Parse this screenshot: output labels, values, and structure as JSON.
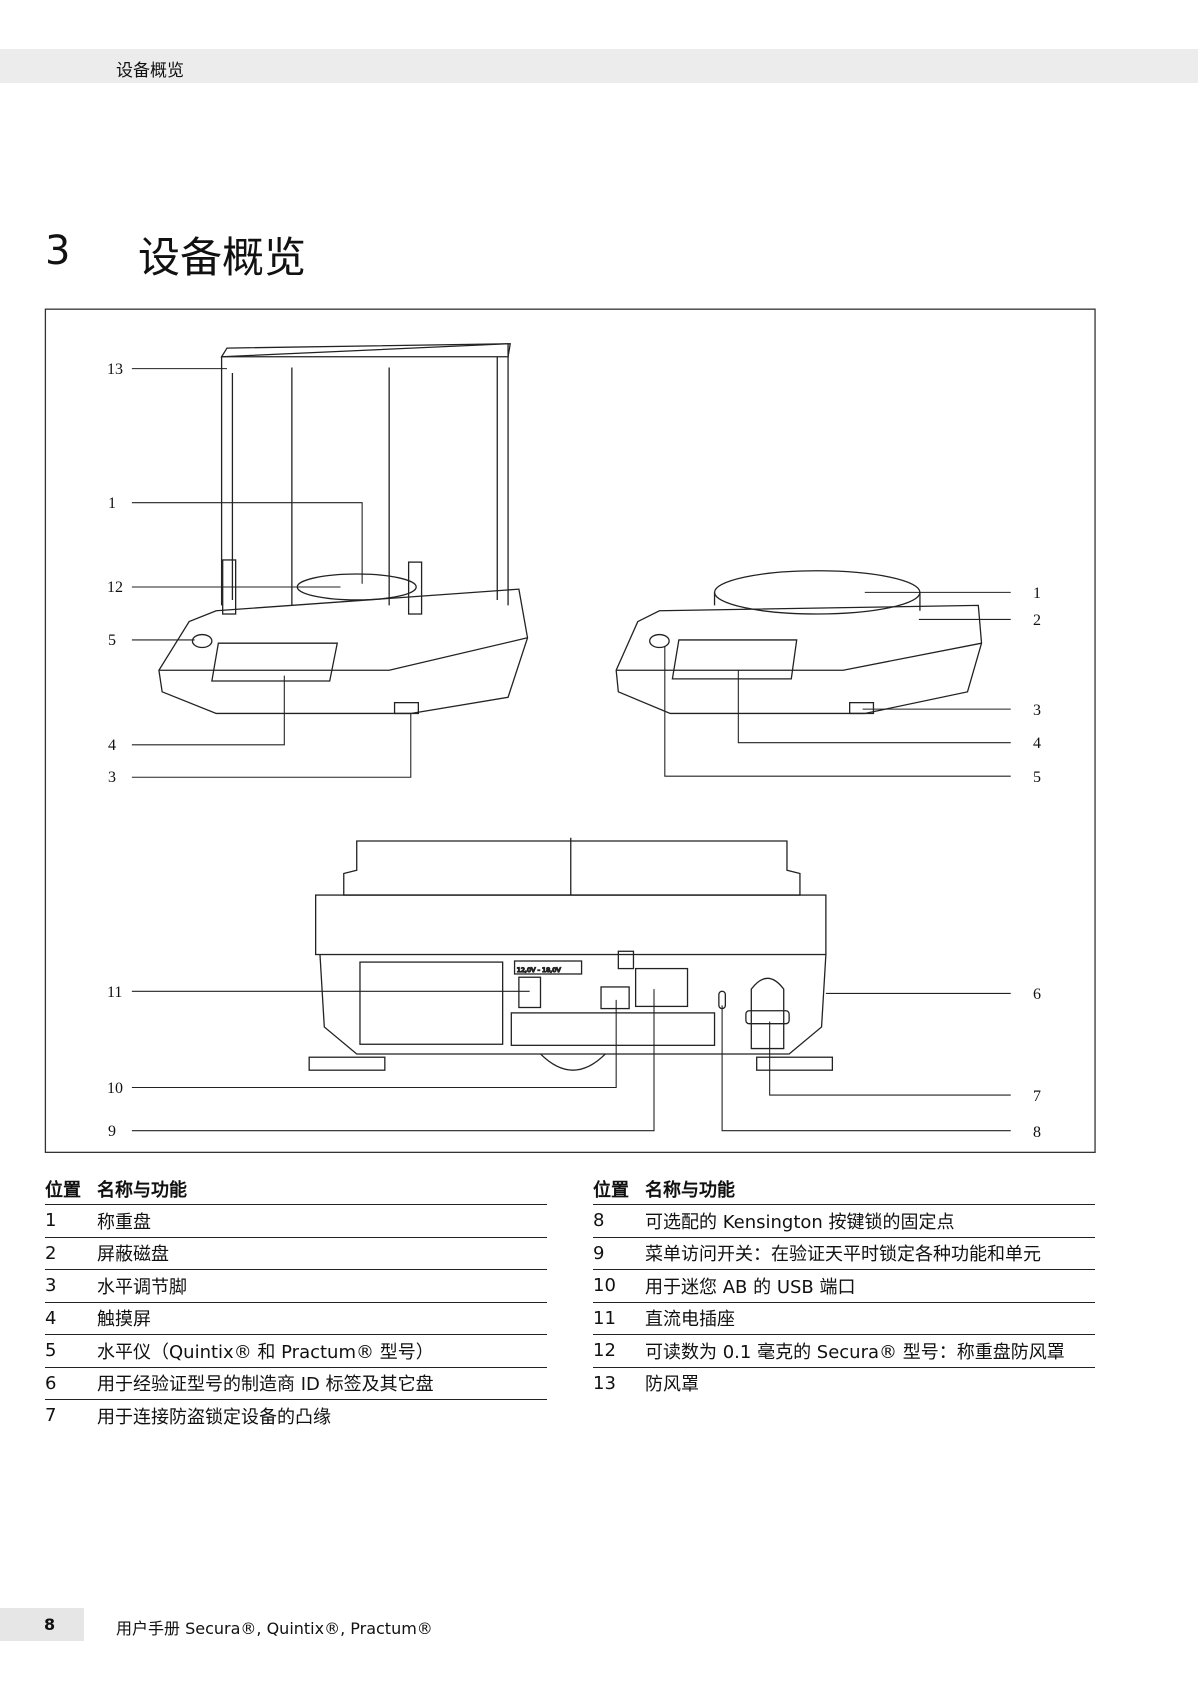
{
  "header": {
    "section": "设备概览"
  },
  "title": {
    "number": "3",
    "text": "设备概览"
  },
  "figure": {
    "labels_left_top": [
      "13",
      "1",
      "12",
      "5",
      "4",
      "3"
    ],
    "labels_right_top": [
      "1",
      "2",
      "3",
      "4",
      "5"
    ],
    "labels_bottom_left": [
      "11",
      "10",
      "9"
    ],
    "labels_bottom_right": [
      "6",
      "7",
      "8"
    ],
    "voltage_label": "12,0V - 18,0V"
  },
  "table": {
    "col_pos": "位置",
    "col_name": "名称与功能",
    "left": [
      {
        "pos": "1",
        "name": "称重盘"
      },
      {
        "pos": "2",
        "name": "屏蔽磁盘"
      },
      {
        "pos": "3",
        "name": "水平调节脚"
      },
      {
        "pos": "4",
        "name": "触摸屏"
      },
      {
        "pos": "5",
        "name": "水平仪（Quintix® 和 Practum® 型号）"
      },
      {
        "pos": "6",
        "name": "用于经验证型号的制造商 ID 标签及其它盘"
      },
      {
        "pos": "7",
        "name": "用于连接防盗锁定设备的凸缘"
      }
    ],
    "right": [
      {
        "pos": "8",
        "name": "可选配的 Kensington 按键锁的固定点"
      },
      {
        "pos": "9",
        "name": "菜单访问开关：在验证天平时锁定各种功能和单元"
      },
      {
        "pos": "10",
        "name": "用于迷您 AB 的 USB 端口"
      },
      {
        "pos": "11",
        "name": "直流电插座"
      },
      {
        "pos": "12",
        "name": "可读数为 0.1 毫克的 Secura® 型号：称重盘防风罩"
      },
      {
        "pos": "13",
        "name": "防风罩"
      }
    ]
  },
  "footer": {
    "page": "8",
    "text": "用户手册 Secura®, Quintix®, Practum®"
  }
}
